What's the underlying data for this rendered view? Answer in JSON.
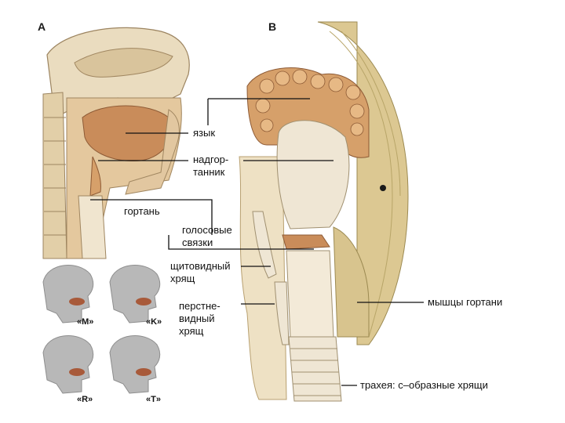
{
  "panels": {
    "a": "A",
    "b": "B"
  },
  "labels": {
    "tongue": "язык",
    "epiglottis_1": "надгор-",
    "epiglottis_2": "танник",
    "larynx": "гортань",
    "vocal_cords_1": "голосовые",
    "vocal_cords_2": "связки",
    "thyroid_1": "щитовидный",
    "thyroid_2": "хрящ",
    "cricoid_1": "перстне-",
    "cricoid_2": "видный",
    "cricoid_3": "хрящ",
    "muscles": "мышцы гортани",
    "trachea": "трахея: с–образные хрящи"
  },
  "sounds": [
    "«M»",
    "«K»",
    "«R»",
    "«T»"
  ],
  "colors": {
    "bone": "#e8d8b8",
    "tissue": "#d9b48a",
    "tongue": "#c98c5a",
    "fat": "#d6a06a",
    "cartilage": "#efe6d4",
    "muscle": "#d8c48e",
    "head_gray": "#b8b8b8",
    "mouth_red": "#a85a3a"
  }
}
